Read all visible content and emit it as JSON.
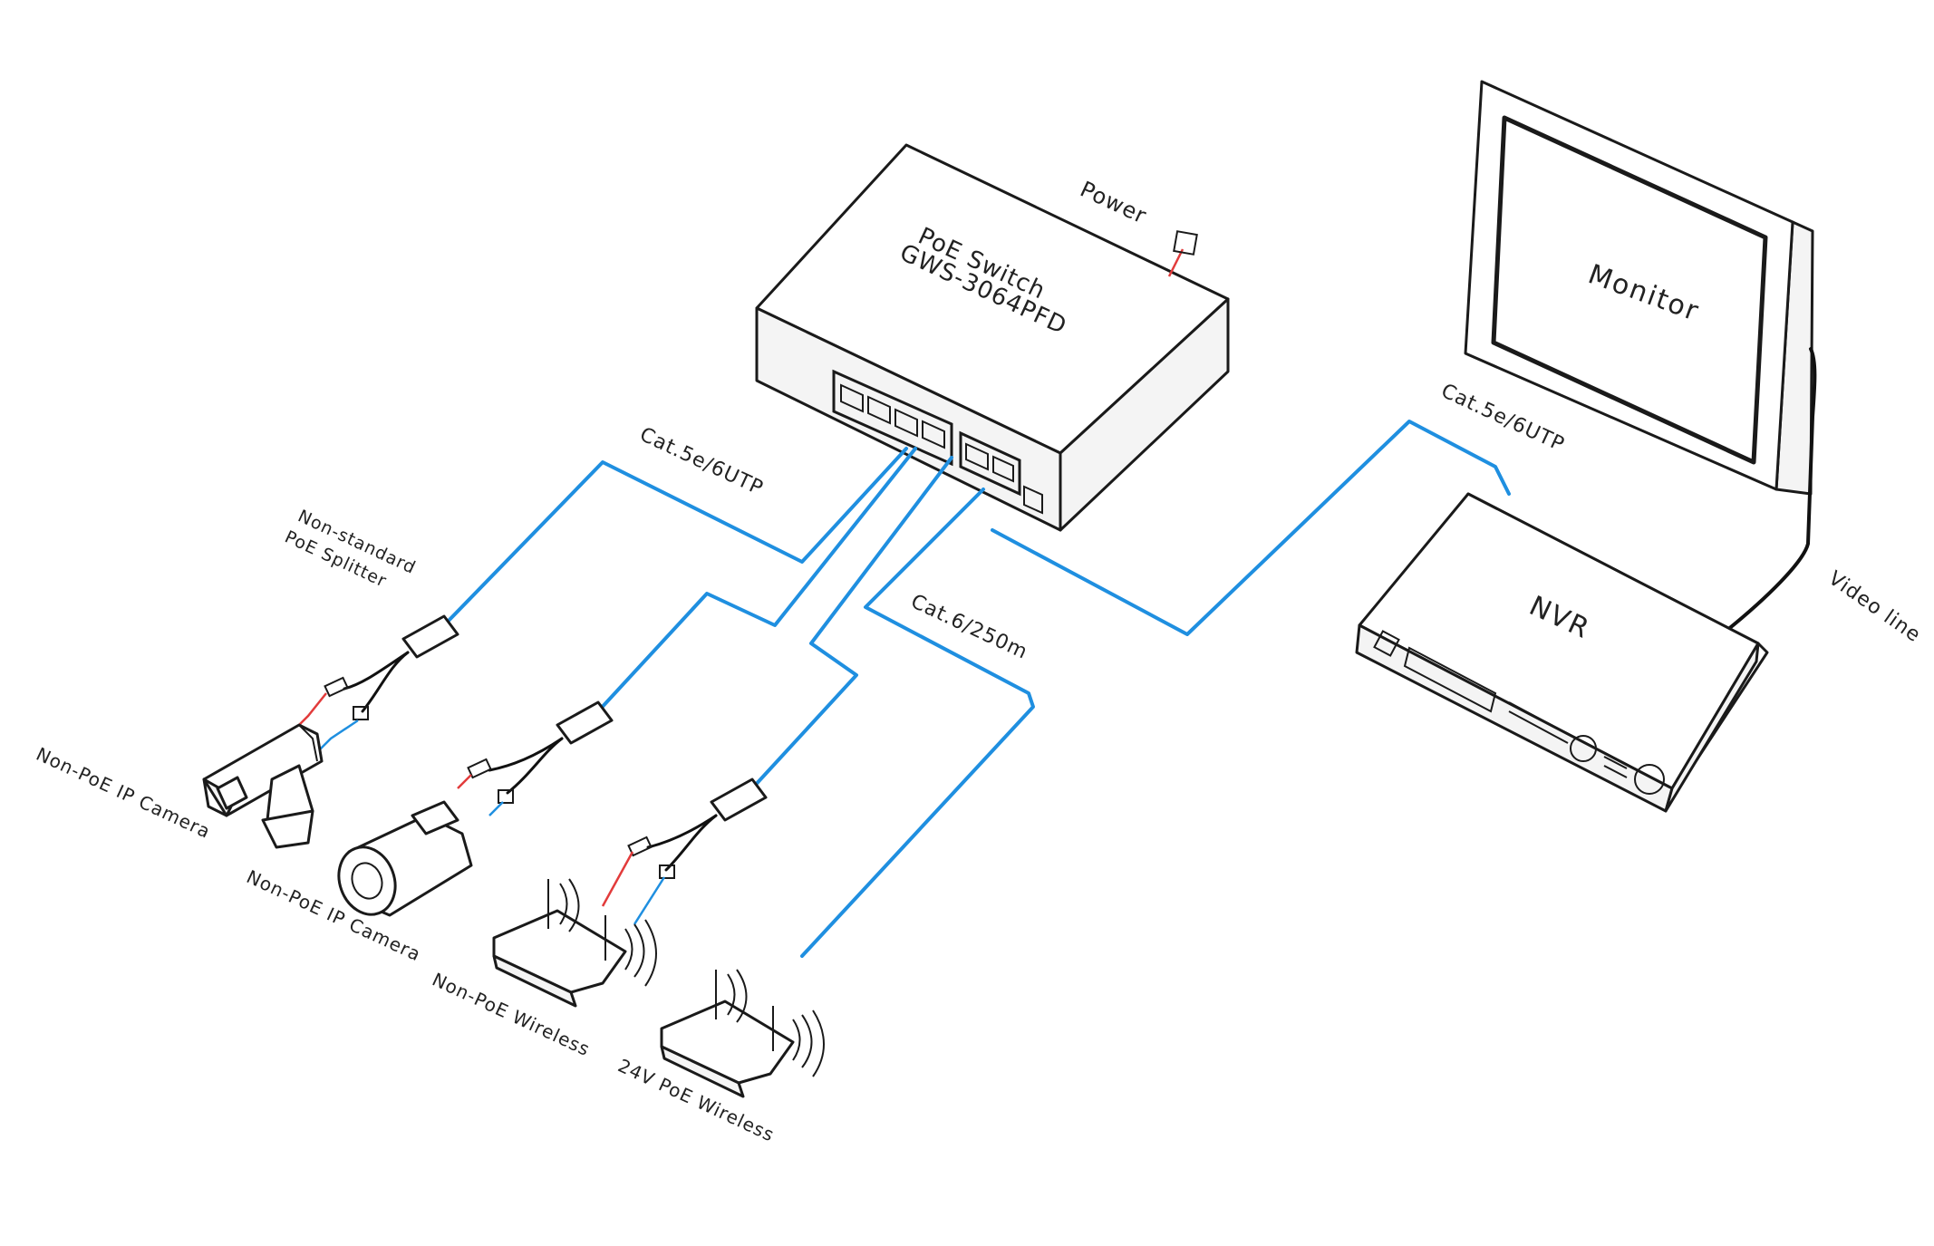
{
  "switch": {
    "title": "PoE  Switch",
    "model": "GWS-3064PFD",
    "power_label": "Power"
  },
  "monitor": {
    "label": "Monitor"
  },
  "nvr": {
    "label": "NVR"
  },
  "cables": {
    "cam_uplink": "Cat.5e/6UTP",
    "nvr_uplink": "Cat.5e/6UTP",
    "long_run": "Cat.6/250m",
    "video_line": "Video line"
  },
  "splitter": {
    "label_line1": "Non-standard",
    "label_line2": "PoE Splitter"
  },
  "devices": {
    "camera_1": "Non-PoE IP Camera",
    "camera_2": "Non-PoE IP Camera",
    "wireless_1": "Non-PoE   Wireless",
    "wireless_2": "24V PoE Wireless"
  },
  "colors": {
    "ethernet_cable": "#1f8fe0",
    "power_wire": "#e23b3b",
    "video_line": "#111111"
  }
}
